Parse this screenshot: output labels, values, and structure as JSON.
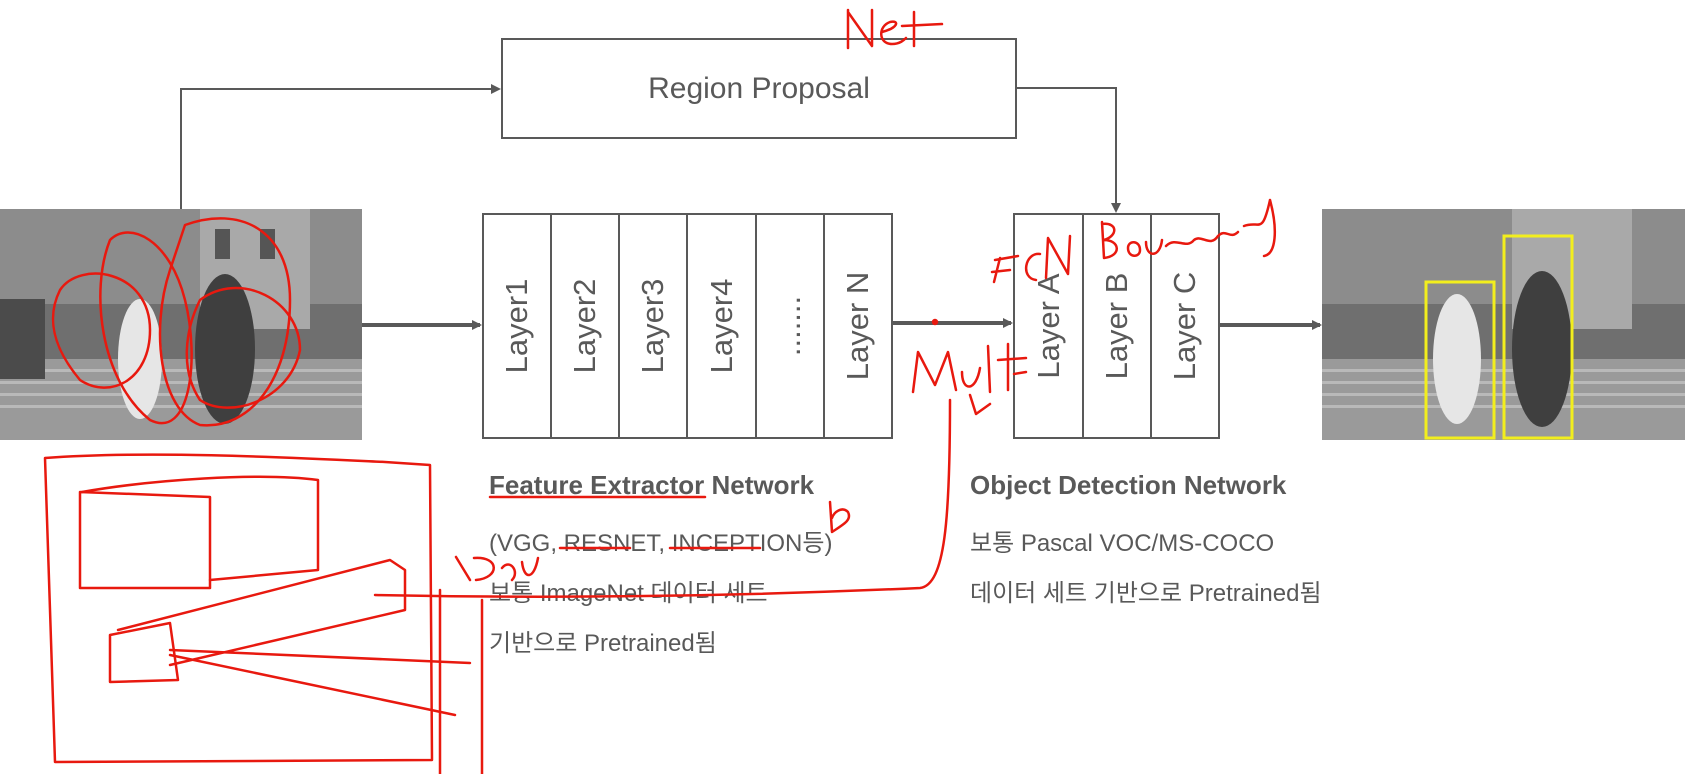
{
  "diagram": {
    "region_proposal": "Region Proposal",
    "feature_layers": [
      "Layer1",
      "Layer2",
      "Layer3",
      "Layer4",
      ".......",
      "Layer N"
    ],
    "detection_layers": [
      "Layer A",
      "Layer B",
      "Layer C"
    ],
    "feature_extractor": {
      "title": "Feature Extractor Network",
      "lines": [
        "(VGG, RESNET, INCEPTION등)",
        "보통 ImageNet 데이터 세트",
        "기반으로 Pretrained됨"
      ]
    },
    "object_detection": {
      "title": "Object Detection Network",
      "lines": [
        "보통 Pascal VOC/MS-COCO",
        "데이터 세트 기반으로 Pretrained됨"
      ]
    },
    "annotations": [
      "Net",
      "FCN",
      "Bounding",
      "Multi",
      "b",
      "D"
    ],
    "colors": {
      "diagram_gray": "#595959",
      "annotation_red": "#e8190f",
      "bbox_yellow": "#f2ee1d"
    }
  }
}
